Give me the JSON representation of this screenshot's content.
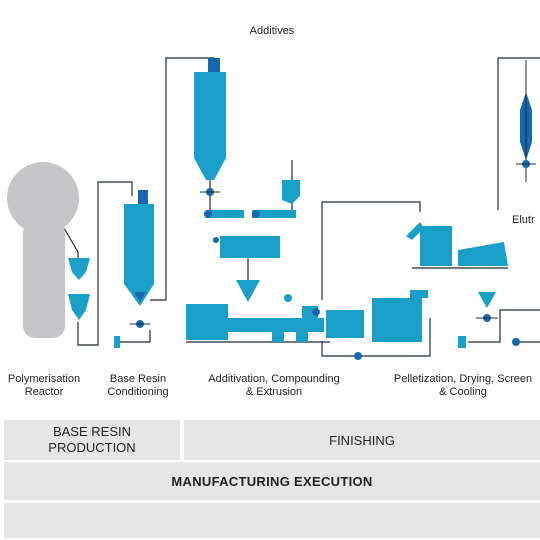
{
  "colors": {
    "equipment": "#1aa0c8",
    "valve": "#1567b0",
    "reactor": "#c6c6c8",
    "line": "#1f2b33",
    "band": "#e6e6e6"
  },
  "labels": {
    "additives": "Additives",
    "reactor": "Polymerisation\nReactor",
    "conditioning": "Base Resin\nConditioning",
    "compounding": "Additivation, Compounding\n& Extrusion",
    "pelletization": "Pelletization, Drying, Screen\n& Cooling",
    "elutr": "Elutr"
  },
  "bands": {
    "base_resin_production": "BASE RESIN\nPRODUCTION",
    "finishing": "FINISHING",
    "manufacturing_execution": "MANUFACTURING EXECUTION",
    "bottom": ""
  }
}
